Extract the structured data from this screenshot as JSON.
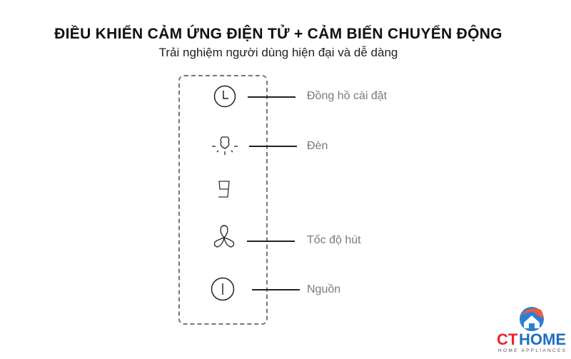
{
  "header": {
    "title": "ĐIỀU KHIỂN CẢM ỨNG ĐIỆN TỬ + CẢM BIẾN CHUYỂN ĐỘNG",
    "subtitle": "Trải nghiệm người dùng hiện đại và dễ dàng"
  },
  "controls": [
    {
      "icon": "clock-icon",
      "label": "Đồng hồ cài đặt"
    },
    {
      "icon": "light-bulb-icon",
      "label": "Đèn"
    },
    {
      "icon": "digit-display-icon",
      "label": "",
      "display": "9"
    },
    {
      "icon": "fan-icon",
      "label": "Tốc độ hút"
    },
    {
      "icon": "power-icon",
      "label": "Nguồn"
    }
  ],
  "logo": {
    "brand": "CTHOME",
    "tagline": "HOME APPLIANCES",
    "colors": {
      "red": "#e8262b",
      "blue": "#1f6fc0"
    }
  }
}
